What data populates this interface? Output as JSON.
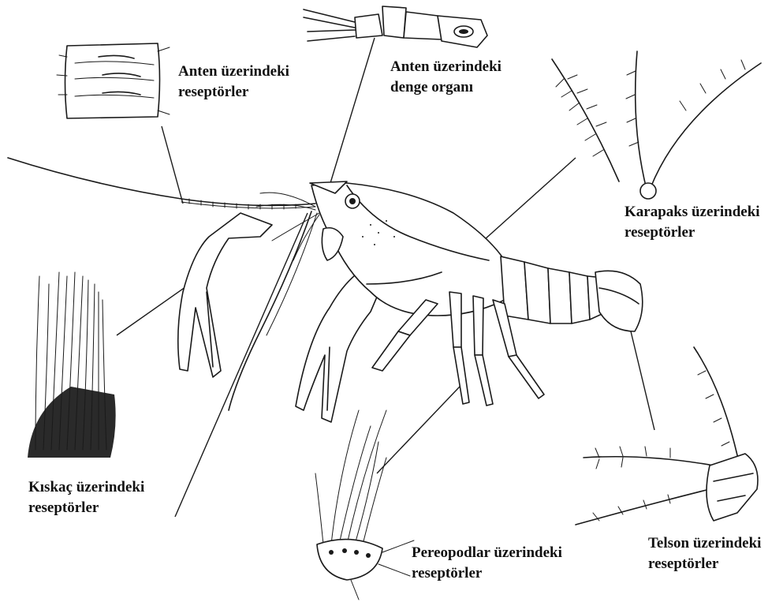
{
  "labels": {
    "antenna_receptors": {
      "line1": "Anten üzerindeki",
      "line2": "reseptörler"
    },
    "antenna_balance_organ": {
      "line1": "Anten üzerindeki",
      "line2": "denge organı"
    },
    "carapace_receptors": {
      "line1": "Karapaks üzerindeki",
      "line2": "reseptörler"
    },
    "claw_receptors": {
      "line1": "Kıskaç üzerindeki",
      "line2": "reseptörler"
    },
    "pereopod_receptors": {
      "line1": "Pereopodlar üzerindeki",
      "line2": "reseptörler"
    },
    "telson_receptors": {
      "line1": "Telson üzerindeki",
      "line2": "reseptörler"
    }
  },
  "colors": {
    "ink": "#1a1a1a",
    "background": "#ffffff"
  }
}
